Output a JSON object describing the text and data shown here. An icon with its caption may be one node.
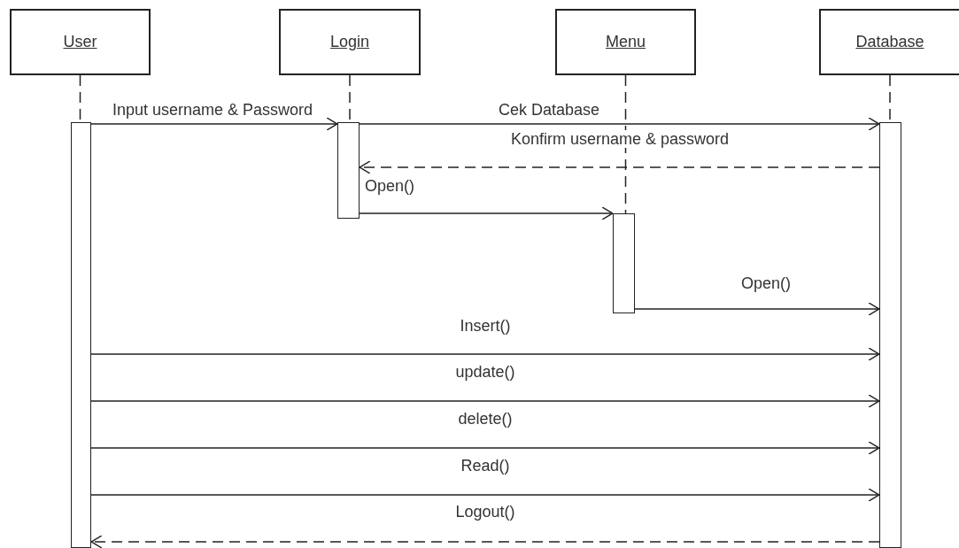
{
  "diagram": {
    "nodes": [
      {
        "text": [
          "User"
        ]
      },
      {
        "text": [
          "Login"
        ]
      },
      {
        "text": [
          "Menu"
        ]
      },
      {
        "text": [
          "Database"
        ]
      },
      {
        "text": [],
        "shape": "bar"
      },
      {
        "text": [],
        "shape": "bar"
      },
      {
        "text": [],
        "shape": "bar"
      },
      {
        "text": [],
        "shape": "bar"
      }
    ],
    "edges": [
      {
        "from": 0,
        "to": 4,
        "arrow": "none",
        "style": "dashed"
      },
      {
        "from": 1,
        "to": 5,
        "arrow": "none",
        "style": "dashed"
      },
      {
        "from": 2,
        "to": 6,
        "arrow": "none",
        "style": "dashed"
      },
      {
        "from": 3,
        "to": 7,
        "arrow": "none",
        "style": "dashed"
      },
      {
        "from": 4,
        "to": 5,
        "arrow": "to",
        "label": "Input username & Password"
      },
      {
        "from": 5,
        "to": 7,
        "arrow": "to",
        "label": "Cek Database"
      },
      {
        "from": 7,
        "to": 5,
        "arrow": "to",
        "label": "Konfirm username & password",
        "style": "dashed"
      },
      {
        "from": 5,
        "to": 6,
        "arrow": "to",
        "label": "Open()"
      },
      {
        "from": 6,
        "to": 7,
        "arrow": "to",
        "label": "Open()"
      },
      {
        "from": 4,
        "to": 7,
        "arrow": "to",
        "label": "Insert()"
      },
      {
        "from": 4,
        "to": 7,
        "arrow": "to",
        "label": "update()"
      },
      {
        "from": 4,
        "to": 7,
        "arrow": "to",
        "label": "delete()"
      },
      {
        "from": 4,
        "to": 7,
        "arrow": "to",
        "label": "Read()"
      },
      {
        "from": 7,
        "to": 4,
        "arrow": "to",
        "label": "Logout()",
        "style": "dashed"
      }
    ]
  }
}
